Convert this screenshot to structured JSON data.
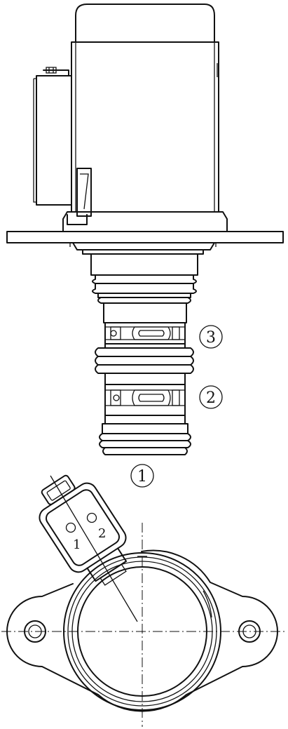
{
  "callouts": {
    "c1": "1",
    "c2": "2",
    "c3": "3"
  },
  "connector": {
    "pin1": "1",
    "pin2": "2"
  },
  "colors": {
    "line": "#111111",
    "background": "#ffffff"
  }
}
